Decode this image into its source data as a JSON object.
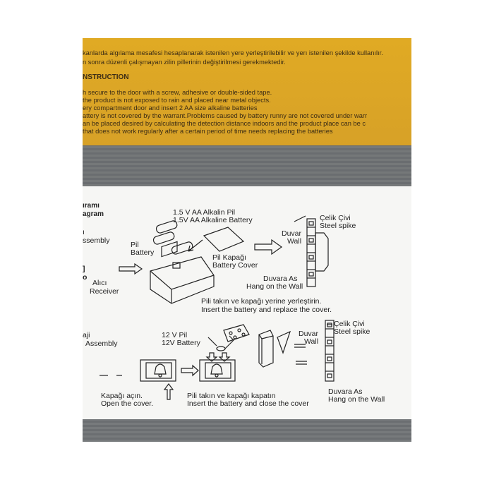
{
  "top_text": {
    "line1": "kanlarda algılama mesafesi hesaplanarak istenilen yere yerleştirilebilir ve yerı istenilen şekilde kullanılır.",
    "line2": "n sonra düzenli çalışmayan zilin pillerinin değiştirilmesi gerekmektedir.",
    "heading": "NSTRUCTION",
    "instructions": [
      "h secure to the door with a screw, adhesive or double-sided tape.",
      "the product is not exposed to rain and placed near metal objects.",
      "ery compartment door and insert 2 AA size alkaline batteries",
      "attery is not covered by the warrant.Problems caused by battery runny are not covered under warr",
      "an be placed desired by calculating the detection distance indoors and the product place can be c",
      "that does not work regularly after a certain period of time needs replacing the batteries"
    ]
  },
  "diagram": {
    "title_line1": "ıramı",
    "title_line2": "agram",
    "section1": {
      "side_label1": "ı",
      "side_label2": "ssembly",
      "pill_battery_tr": "Pil",
      "pill_battery_en": "Battery",
      "aa_tr": "1.5 V AA Alkalin Pil",
      "aa_en": "1.5V AA Alkaline Battery",
      "cover_tr": "Pil Kapağı",
      "cover_en": "Battery Cover",
      "wall_tr": "Duvar",
      "wall_en": "Wall",
      "spike_tr": "Çelik Çivi",
      "spike_en": "Steel spike",
      "hang_tr": "Duvara As",
      "hang_en": "Hang on the Wall",
      "receiver_mark": "]",
      "receiver_mark2": "o",
      "receiver_tr": "Alıcı",
      "receiver_en": "Receiver",
      "insert_tr": "Pili takın ve kapağı yerine yerleştirin.",
      "insert_en": "Insert the battery and replace the cover."
    },
    "section2": {
      "side_label1": "aji",
      "side_label2": "Assembly",
      "battery12_tr": "12 V Pil",
      "battery12_en": "12V Battery",
      "wall_tr": "Duvar",
      "wall_en": "Wall",
      "spike_tr": "Çelik Çivi",
      "spike_en": "Steel spike",
      "open_tr": "Kapağı açın.",
      "open_en": "Open the cover.",
      "insert_tr": "Pili takın ve kapağı kapatın",
      "insert_en": "Insert the battery and close the cover",
      "hang_tr": "Duvara As",
      "hang_en": "Hang on the Wall"
    }
  }
}
